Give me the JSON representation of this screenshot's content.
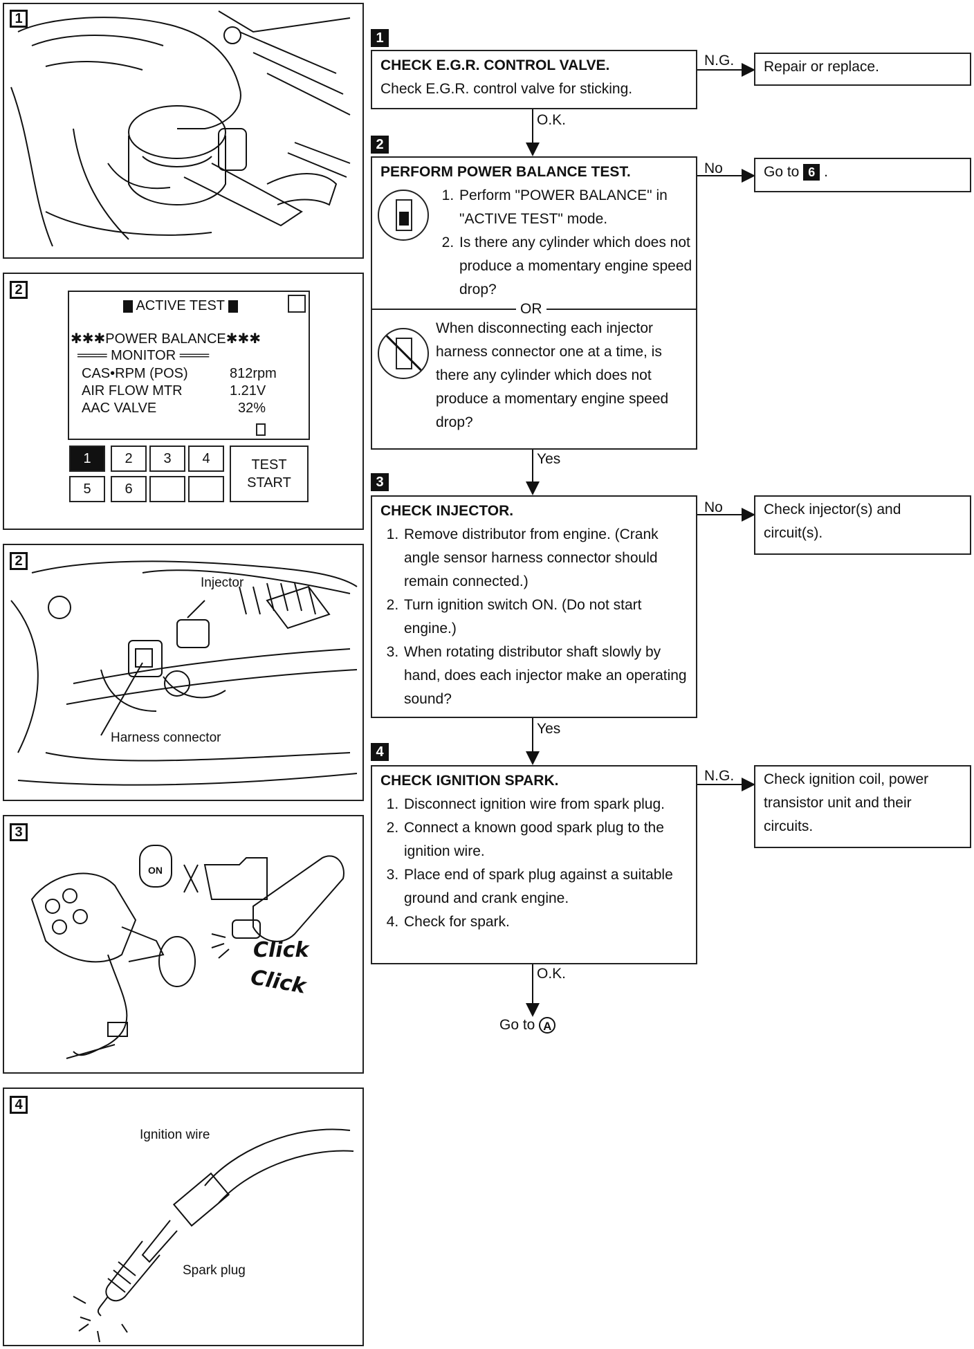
{
  "panels": {
    "p1": {
      "badge": "1"
    },
    "p2a": {
      "badge": "2"
    },
    "p2b": {
      "badge": "2",
      "caption_injector": "Injector",
      "caption_harness": "Harness connector"
    },
    "p3": {
      "badge": "3",
      "click1": "Click",
      "click2": "Click",
      "key_on": "ON"
    },
    "p4": {
      "badge": "4",
      "caption_wire": "Ignition wire",
      "caption_plug": "Spark plug"
    }
  },
  "screen": {
    "title": "ACTIVE TEST",
    "line1": "✱✱✱POWER BALANCE✱✱✱",
    "line2": "═══ MONITOR ═══",
    "rows": [
      {
        "label": "CAS•RPM (POS)",
        "value": "812rpm"
      },
      {
        "label": "AIR FLOW MTR",
        "value": "1.21V"
      },
      {
        "label": "AAC VALVE",
        "value": "32%"
      }
    ],
    "keys": [
      "1",
      "2",
      "3",
      "4",
      "5",
      "6"
    ],
    "test_start_1": "TEST",
    "test_start_2": "START"
  },
  "flow": {
    "step1": {
      "badge": "1",
      "title": "CHECK E.G.R. CONTROL VALVE.",
      "body": "Check E.G.R. control valve for sticking.",
      "branch": "N.G.",
      "result": "Repair or replace.",
      "down": "O.K."
    },
    "step2": {
      "badge": "2",
      "title": "PERFORM POWER BALANCE TEST.",
      "items": [
        "Perform \"POWER BALANCE\" in \"ACTIVE TEST\" mode.",
        "Is there any cylinder which does not produce a momentary engine speed drop?"
      ],
      "or": "OR",
      "alt": "When disconnecting each injector harness connector one at a time, is there any cylinder which does not produce a momentary engine speed drop?",
      "branch": "No",
      "result_prefix": "Go to",
      "result_badge": "6",
      "result_suffix": ".",
      "down": "Yes"
    },
    "step3": {
      "badge": "3",
      "title": "CHECK INJECTOR.",
      "items": [
        "Remove distributor from engine. (Crank angle sensor harness connector should remain connected.)",
        "Turn ignition switch ON. (Do not start engine.)",
        "When rotating distributor shaft slowly by hand, does each injector make an operating sound?"
      ],
      "branch": "No",
      "result": "Check injector(s) and circuit(s).",
      "down": "Yes"
    },
    "step4": {
      "badge": "4",
      "title": "CHECK IGNITION SPARK.",
      "items": [
        "Disconnect ignition wire from spark plug.",
        "Connect a known good spark plug to the ignition wire.",
        "Place end of spark plug against a suitable ground and crank engine.",
        "Check for spark."
      ],
      "branch": "N.G.",
      "result": "Check ignition coil, power transistor unit and their circuits.",
      "down": "O.K."
    },
    "end": {
      "prefix": "Go to",
      "circle": "A"
    }
  }
}
